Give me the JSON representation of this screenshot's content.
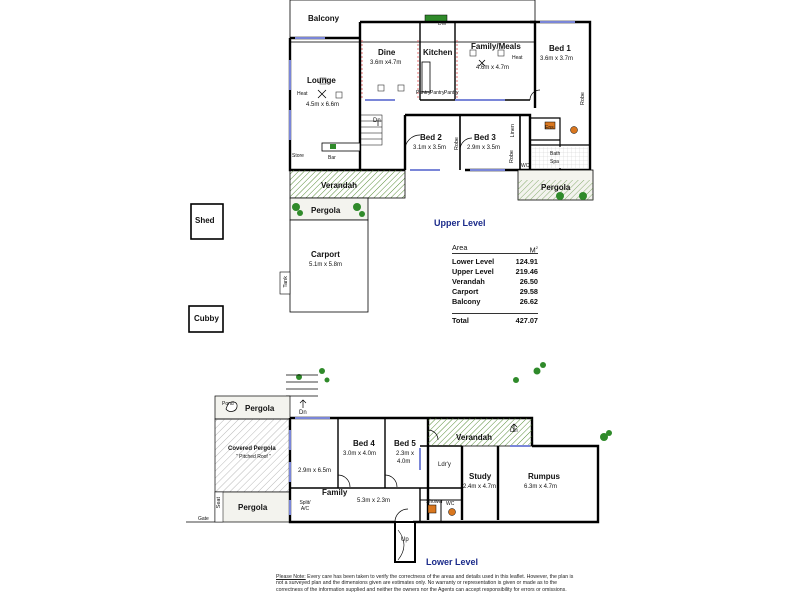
{
  "upper": {
    "title": "Upper Level",
    "balcony": "Balcony",
    "dine": {
      "name": "Dine",
      "dim": "3.6m x4.7m"
    },
    "kitchen": "Kitchen",
    "family_meals": {
      "name": "Family/Meals",
      "dim": "4.6m x 4.7m"
    },
    "bed1": {
      "name": "Bed 1",
      "dim": "3.6m x 3.7m"
    },
    "lounge": {
      "name": "Lounge",
      "dim": "4.5m x 6.6m"
    },
    "bed2": {
      "name": "Bed 2",
      "dim": "3.1m x 3.5m"
    },
    "bed3": {
      "name": "Bed 3",
      "dim": "2.9m x 3.5m"
    },
    "verandah": "Verandah",
    "pergola_left": "Pergola",
    "pergola_right": "Pergola",
    "carport": {
      "name": "Carport",
      "dim": "5.1m x 5.8m"
    },
    "store": "Store",
    "bar": "Bar",
    "heat_left": "Heat",
    "heat_right": "Heat",
    "dn": "Dn",
    "dw": "DW",
    "pantry": [
      "Pantry",
      "Pantry",
      "Pantry"
    ],
    "robe1": "Robe",
    "robe2": "Robe",
    "robe3": "Robe",
    "linen": "Linen",
    "ens": "Ens",
    "bath": "Bath",
    "spa": "Spa",
    "wc": "WC",
    "tank": "Tank"
  },
  "outbuildings": {
    "shed": "Shed",
    "cubby": "Cubby"
  },
  "area_table": {
    "header_label": "Area",
    "header_unit": "M",
    "header_sup": "2",
    "rows": [
      {
        "label": "Lower Level",
        "value": "124.91"
      },
      {
        "label": "Upper Level",
        "value": "219.46"
      },
      {
        "label": "Verandah",
        "value": "26.50"
      },
      {
        "label": "Carport",
        "value": "29.58"
      },
      {
        "label": "Balcony",
        "value": "26.62"
      }
    ],
    "total_label": "Total",
    "total_value": "427.07"
  },
  "lower": {
    "title": "Lower Level",
    "pond": "Pond",
    "pergola_top": "Pergola",
    "dn_top": "Dn",
    "covered_pergola": {
      "name": "Covered Pergola",
      "note": "\" Pitched Roof \""
    },
    "room_left_dim": "2.9m x 6.5m",
    "bed4": {
      "name": "Bed 4",
      "dim": "3.0m x 4.0m"
    },
    "bed5": {
      "name": "Bed 5",
      "dim1": "2.3m x",
      "dim2": "4.0m"
    },
    "verandah": "Verandah",
    "dn_verandah": "Dn",
    "ldry": "Ldr'y",
    "study": {
      "name": "Study",
      "dim": "2.4m x 4.7m"
    },
    "rumpus": {
      "name": "Rumpus",
      "dim": "6.3m x 4.7m"
    },
    "family": {
      "name": "Family",
      "dim": "5.3m x 2.3m"
    },
    "split_ac": "Split/ A/C",
    "pergola_bottom": "Pergola",
    "seat": "Seat",
    "gate": "Gate",
    "up": "Up",
    "shower": "Shower",
    "wc": "WC"
  },
  "disclaimer": {
    "heading": "Please Note:",
    "text": "Every care has been taken to verify the correctness of the areas and details used in this leaflet. However, the plan is not a surveyed plan and the dimensions given are estimates only. No warranty or representation is given or made as to the correctness of the information supplied and neither the owners nor the Agents can accept responsibility for errors or omissions."
  },
  "colors": {
    "wall": "#000000",
    "verandah_hatch": "#5a8f3a",
    "pergola_fill": "#f3f3ee",
    "tree": "#2f8a2a",
    "window": "#7a86d8",
    "fixture_orange": "#d9771f",
    "dimension_red": "#e05050",
    "title": "#1a2a8a"
  }
}
